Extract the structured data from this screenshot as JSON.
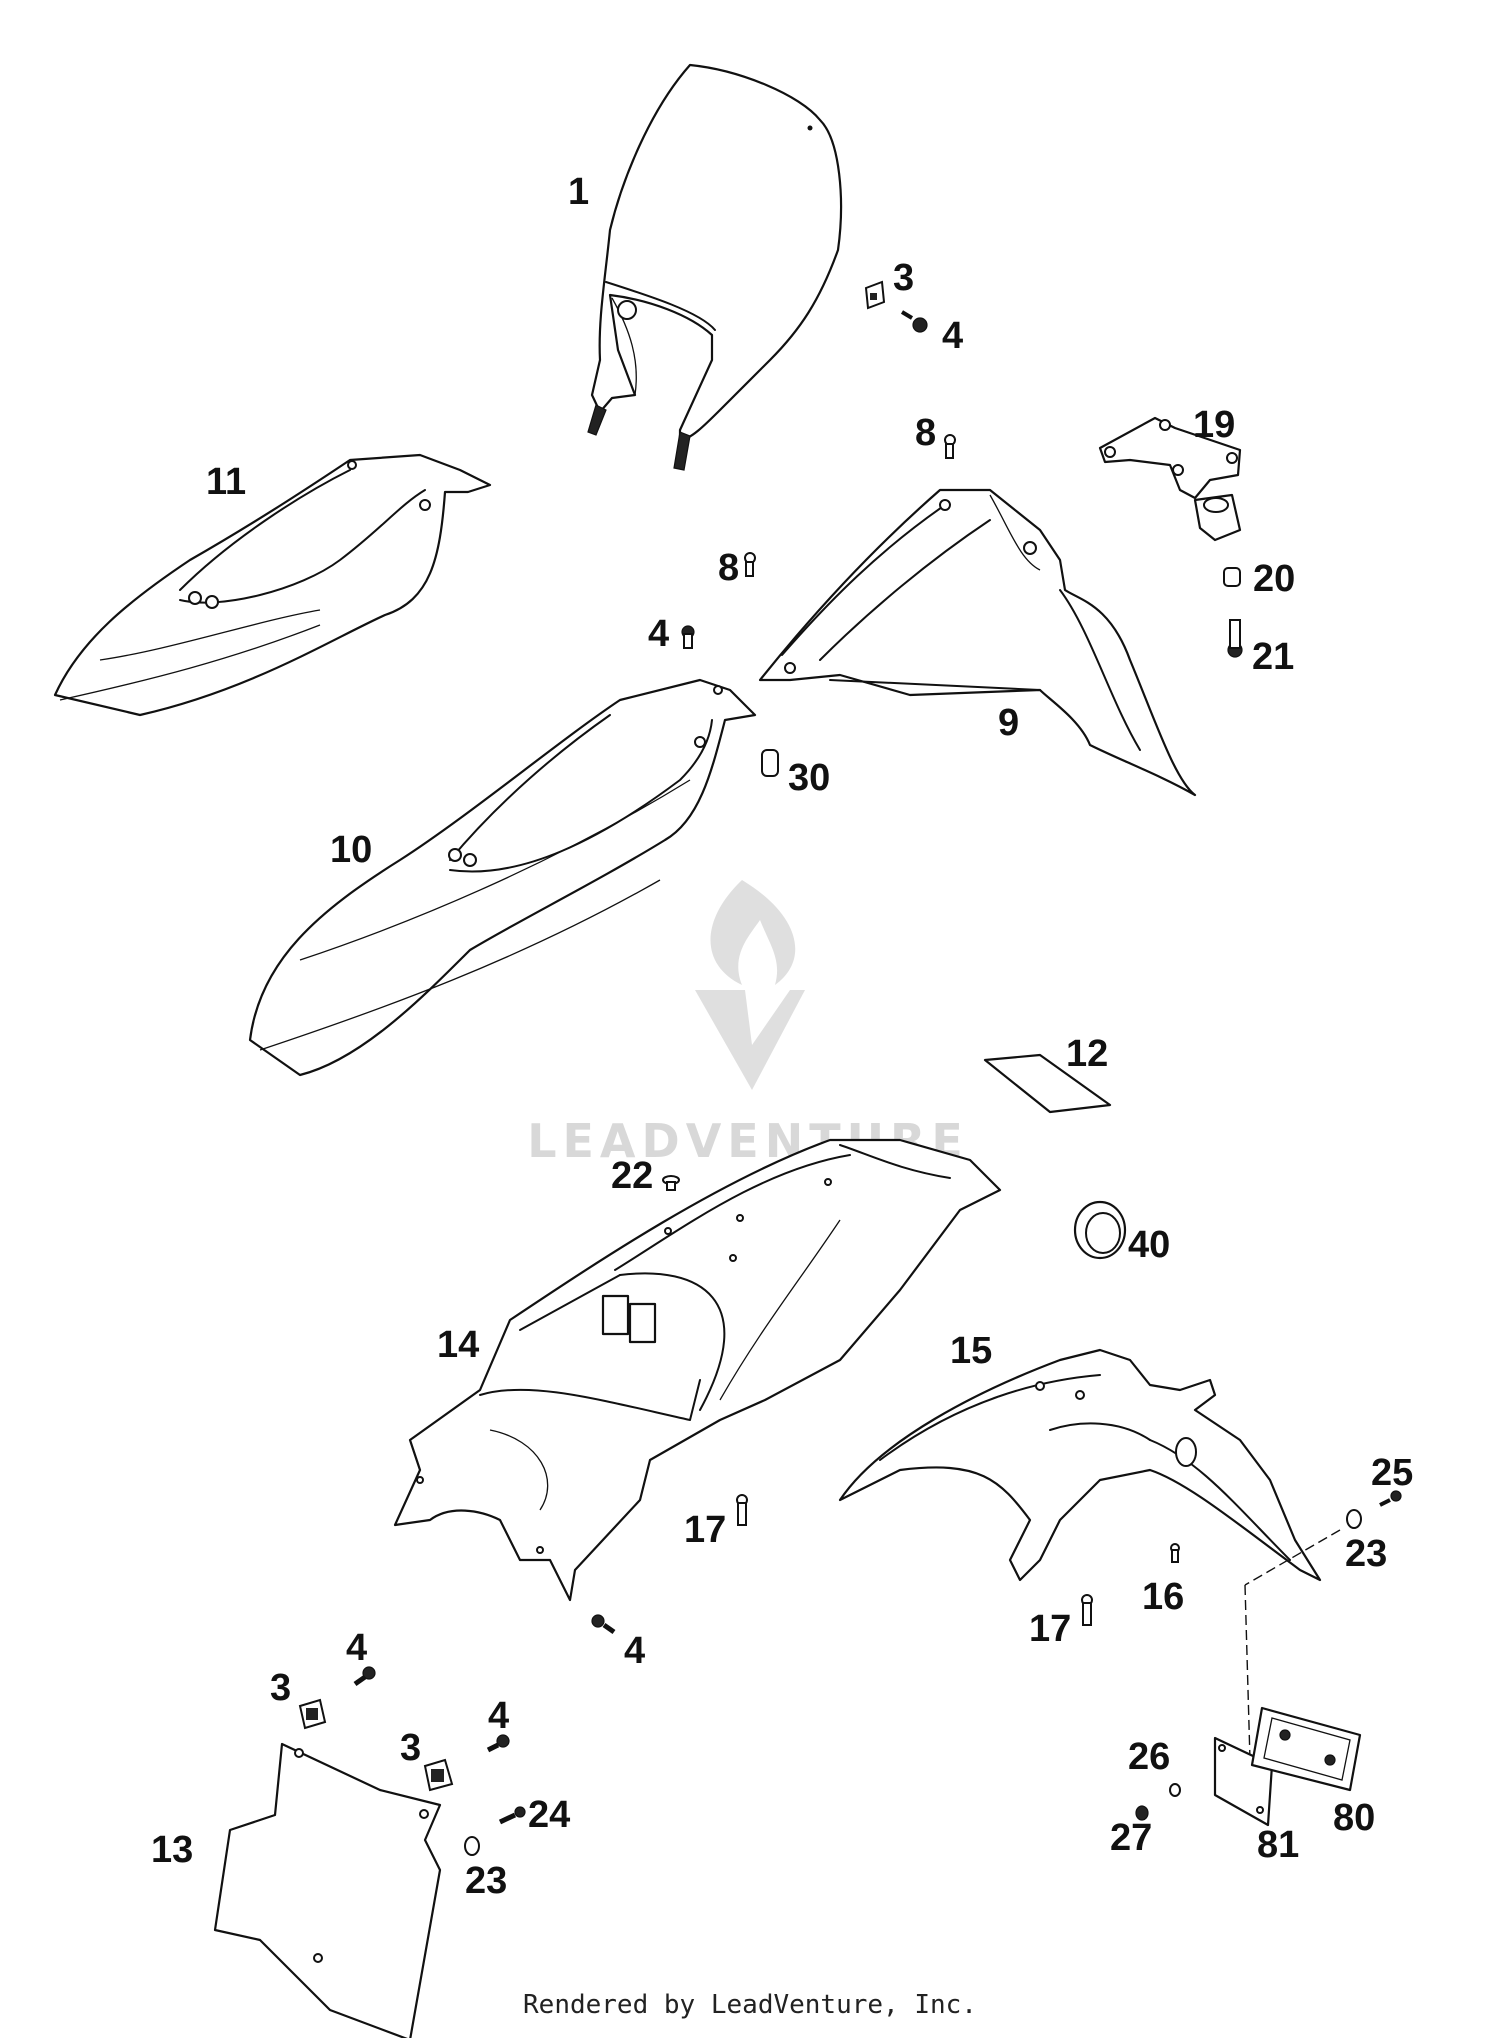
{
  "watermark": {
    "brand": "LEADVENTURE"
  },
  "footer": {
    "text": "Rendered by LeadVenture, Inc."
  },
  "labels": {
    "l1": "1",
    "l3a": "3",
    "l4a": "4",
    "l8a": "8",
    "l19": "19",
    "l11": "11",
    "l8b": "8",
    "l4b": "4",
    "l20": "20",
    "l21": "21",
    "l9": "9",
    "l30": "30",
    "l10": "10",
    "l12": "12",
    "l22": "22",
    "l40": "40",
    "l14": "14",
    "l15": "15",
    "l25": "25",
    "l23a": "23",
    "l17a": "17",
    "l16": "16",
    "l17b": "17",
    "l4c": "4",
    "l4d": "4",
    "l3b": "3",
    "l4e": "4",
    "l3c": "3",
    "l24": "24",
    "l13": "13",
    "l23b": "23",
    "l26": "26",
    "l27": "27",
    "l81": "81",
    "l80": "80"
  },
  "icons": [
    "leadventure-logo-icon"
  ]
}
